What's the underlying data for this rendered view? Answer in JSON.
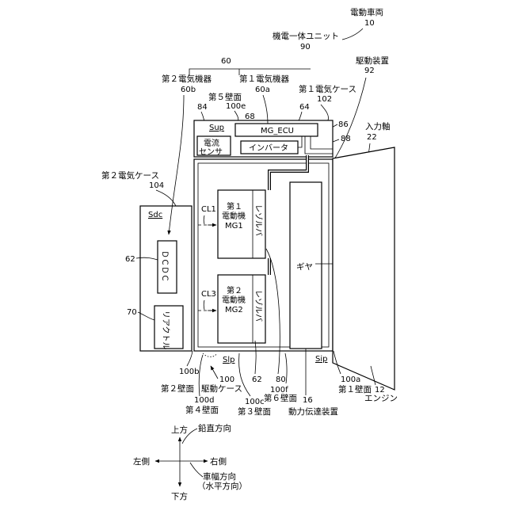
{
  "labels": {
    "vehicle": "電動車両",
    "vehicle_num": "10",
    "unit": "機電一体ユニット",
    "unit_num": "90",
    "n60": "60",
    "drive_device": "駆動装置",
    "drive_device_num": "92",
    "elec2": "第２電気機器",
    "elec2_num": "60b",
    "elec1": "第１電気機器",
    "elec1_num": "60a",
    "case1": "第１電気ケース",
    "case1_num": "102",
    "wall5": "第５壁面",
    "wall5_num": "100e",
    "n84": "84",
    "n68": "68",
    "n64": "64",
    "n86": "86",
    "n88": "88",
    "input_shaft": "入力軸",
    "input_shaft_num": "22",
    "sup": "Sup",
    "mg_ecu": "MG_ECU",
    "current1": "電流",
    "current2": "センサ",
    "inverter": "インバータ",
    "case2": "第２電気ケース",
    "case2_num": "104",
    "sdc": "Sdc",
    "cl1": "CL1",
    "cl3": "CL3",
    "mg1_a": "第１",
    "mg1_b": "電動機",
    "mg1_c": "MG1",
    "mg2_a": "第２",
    "mg2_b": "電動機",
    "mg2_c": "MG2",
    "resolver": "レゾルバ",
    "gear": "ギヤ",
    "n62": "62",
    "dcdc": "ＤＣＤＣ",
    "n70": "70",
    "reactor": "リアクトル",
    "slp": "Slp",
    "sip": "Sip",
    "wall2_num": "100b",
    "wall2": "第２壁面",
    "drive_case_num": "100",
    "drive_case": "駆動ケース",
    "wall4_num": "100d",
    "wall4": "第４壁面",
    "n62b": "62",
    "wall3_num": "100c",
    "wall3": "第３壁面",
    "n80": "80",
    "wall6_num": "100f",
    "wall6": "第６壁面",
    "n16": "16",
    "power_trans": "動力伝達装置",
    "wall1_num": "100a",
    "wall1": "第１壁面",
    "engine_num": "12",
    "engine": "エンジン",
    "up": "上方",
    "vertical": "鉛直方向",
    "left": "左側",
    "right": "右側",
    "width_dir": "車幅方向",
    "horizontal": "（水平方向）",
    "down": "下方"
  }
}
